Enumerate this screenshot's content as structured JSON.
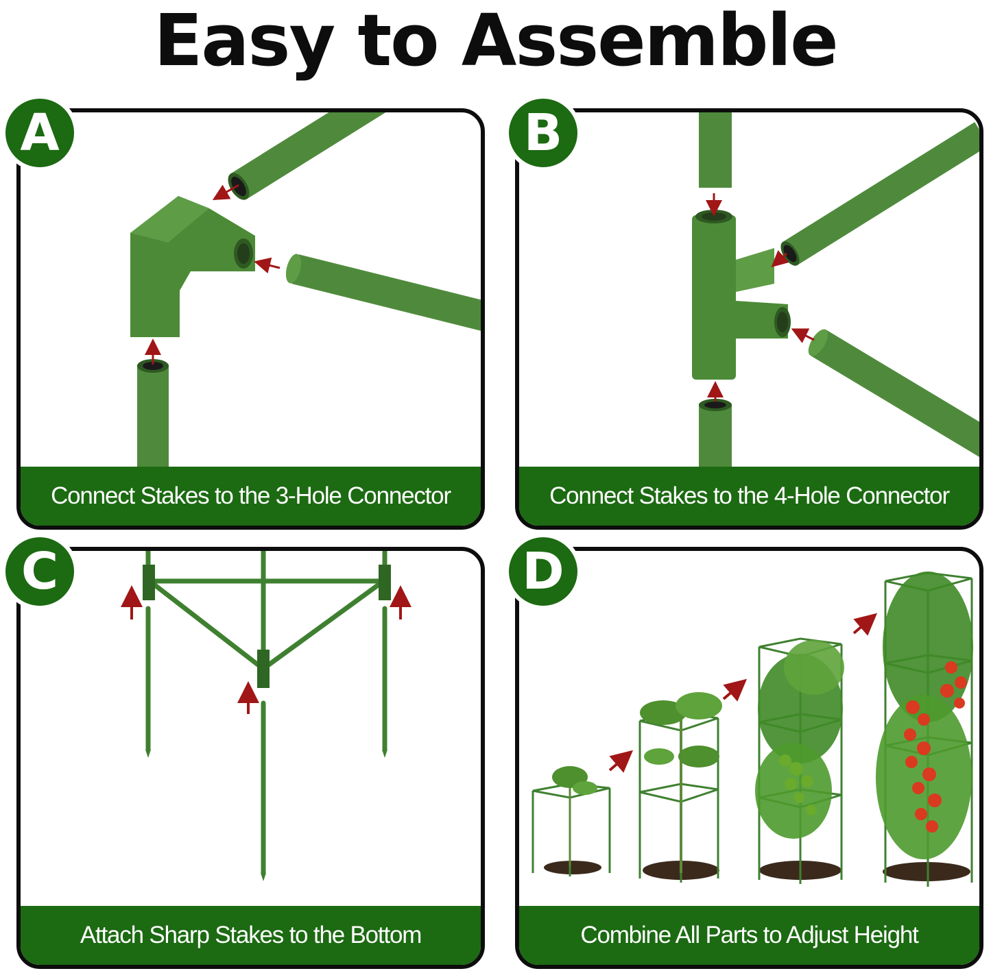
{
  "title": "Easy to Assemble",
  "colors": {
    "accent_green": "#1c6a12",
    "stake_green": "#4f8a3c",
    "arrow_red": "#a11616",
    "border": "#0d0d0d"
  },
  "panels": [
    {
      "letter": "A",
      "caption": "Connect Stakes to the 3-Hole Connector",
      "image": "3-hole-connector-assembly"
    },
    {
      "letter": "B",
      "caption": "Connect Stakes to the 4-Hole Connector",
      "image": "4-hole-connector-assembly"
    },
    {
      "letter": "C",
      "caption": "Attach Sharp Stakes to the Bottom",
      "image": "sharp-stakes-attachment"
    },
    {
      "letter": "D",
      "caption": "Combine All Parts to Adjust Height",
      "image": "tomato-cage-growth-stages"
    }
  ]
}
